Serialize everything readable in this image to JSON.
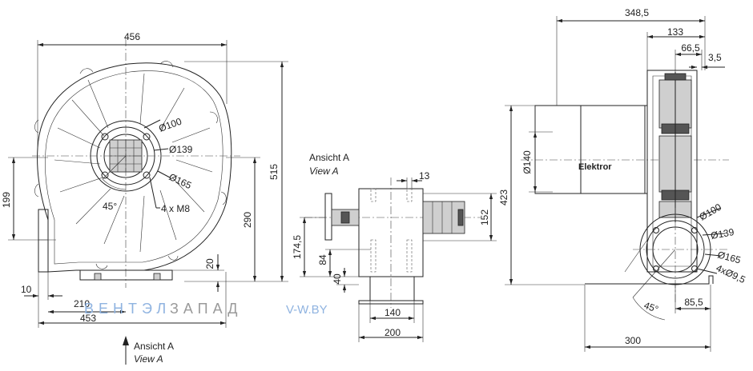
{
  "front_view": {
    "dims": {
      "width_456": "456",
      "height_515": "515",
      "height_290": "290",
      "height_199": "199",
      "d100": "Ø100",
      "d139": "Ø139",
      "d165": "Ø165",
      "bolts": "4 x M8",
      "angle": "45°",
      "h20": "20",
      "w10": "10",
      "w210": "210",
      "w453": "453"
    },
    "view_arrow": {
      "label_de": "Ansicht A",
      "label_en": "View A"
    }
  },
  "view_a": {
    "label_de": "Ansicht A",
    "label_en": "View A",
    "dims": {
      "w13": "13",
      "h152": "152",
      "h174_5": "174,5",
      "h84": "84",
      "h40": "40",
      "w140": "140",
      "w200": "200"
    }
  },
  "side_view": {
    "dims": {
      "w348_5": "348,5",
      "w133": "133",
      "w66_5": "66,5",
      "w3_5": "3,5",
      "d140": "Ø140",
      "h423": "423",
      "d100": "Ø100",
      "d139": "Ø139",
      "d165": "Ø165",
      "holes": "4xØ9,5",
      "angle": "45°",
      "w85_5": "85,5",
      "w300": "300"
    },
    "brand": "Elektror"
  },
  "watermark": {
    "part1": "ВЕНТЭЛ",
    "part2": "ЗАПАД",
    "url": "V-W.BY"
  },
  "colors": {
    "line": "#222222",
    "watermark_blue": "#8fb3e0",
    "watermark_gray": "#9a9a9a"
  }
}
